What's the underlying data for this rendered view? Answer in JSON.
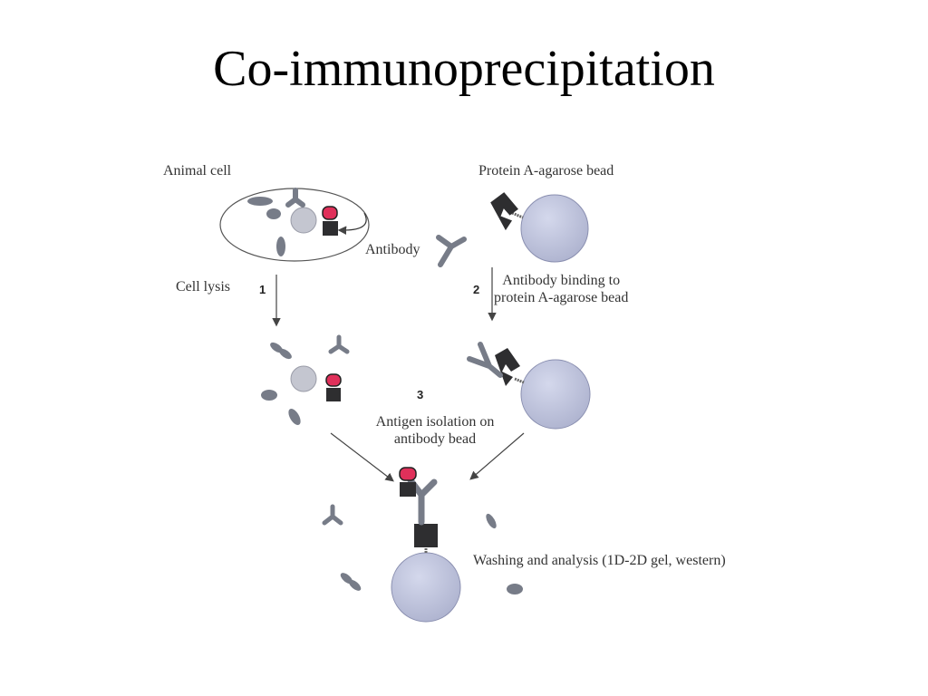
{
  "slide": {
    "title": "Co-immunoprecipitation"
  },
  "labels": {
    "animal_cell": "Animal cell",
    "protein_a_bead": "Protein A-agarose bead",
    "antibody": "Antibody",
    "cell_lysis": "Cell lysis",
    "step1": "1",
    "step2": "2",
    "step3": "3",
    "antibody_binding": "Antibody binding to\nprotein A-agarose bead",
    "antigen_isolation": "Antigen isolation on\nantibody bead",
    "washing": "Washing and analysis (1D-2D gel, western)"
  },
  "colors": {
    "bead": "#b9bfd9",
    "antigen": "#e0305a",
    "protein_a": "#2e2e30",
    "antibody": "#777c88",
    "debris": "#777c88",
    "nucleus": "#c4c6d0",
    "arrow": "#444444"
  }
}
